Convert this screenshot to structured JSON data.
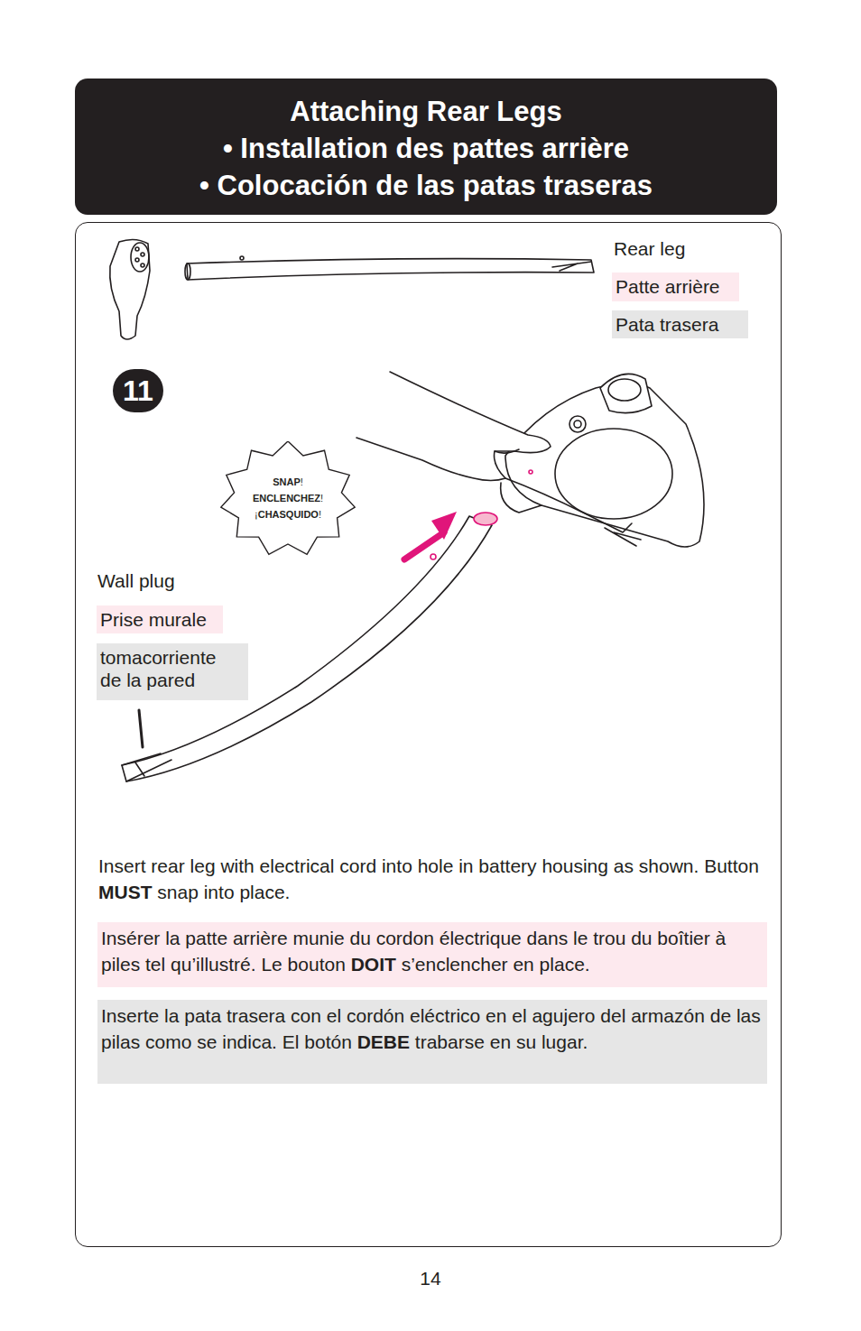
{
  "diagram": {
    "nodes": [
      {
        "text": [
          "Attaching Rear Legs",
          "• Installation des pattes arrière",
          "•  Colocación de las patas traseras"
        ]
      },
      {
        "text": [
          "Insert rear leg with electrical cord into hole in battery housing as shown. Button MUST snap into place."
        ]
      },
      {
        "text": [
          "11"
        ],
        "in": 1
      },
      {
        "text": [
          "Patte arrière"
        ],
        "in": 1
      },
      {
        "text": [
          "Pata trasera"
        ],
        "in": 1
      },
      {
        "text": [
          "SNAP! ENCLENCHEZ! ¡CHASQUIDO!"
        ],
        "in": 1
      },
      {
        "text": [
          "Prise murale"
        ],
        "in": 1
      },
      {
        "text": [
          "tomacorriente de la pared"
        ],
        "in": 1
      },
      {
        "text": [
          "Insérer la patte arrière munie du cordon électrique dans le trou du boîtier à piles tel qu’illustré. Le bouton DOIT s’enclencher en place."
        ],
        "in": 1
      },
      {
        "text": [
          "Inserte la pata trasera con el cordón eléctrico en el agujero del armazón de las pilas como se indica. El botón DEBE trabarse en su lugar."
        ],
        "in": 1
      }
    ],
    "labels": [
      "Rear leg",
      "Wall plug",
      "14"
    ]
  }
}
